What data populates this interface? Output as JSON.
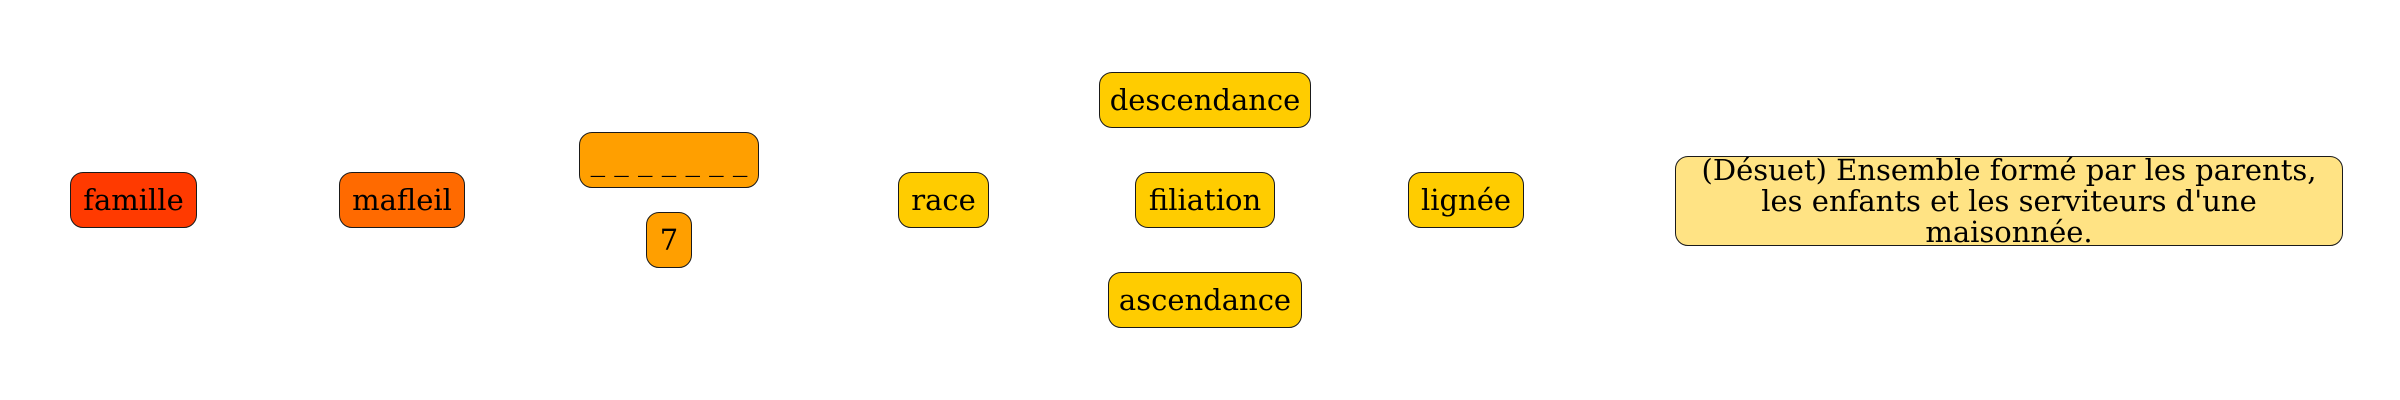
{
  "nodes": {
    "famille": {
      "label": "famille",
      "color": "#ff3a00"
    },
    "mafleil": {
      "label": "mafleil",
      "color": "#ff6a00"
    },
    "blanks": {
      "label": "_ _ _ _ _ _ _",
      "color": "#ff9f00"
    },
    "seven": {
      "label": "7",
      "color": "#ff9f00"
    },
    "race": {
      "label": "race",
      "color": "#ffcc00"
    },
    "descendance": {
      "label": "descendance",
      "color": "#ffcc00"
    },
    "filiation": {
      "label": "filiation",
      "color": "#ffcc00"
    },
    "ascendance": {
      "label": "ascendance",
      "color": "#ffcc00"
    },
    "lignee": {
      "label": "lignée",
      "color": "#ffcc00"
    },
    "definition": {
      "label": "(Désuet) Ensemble formé par les parents, les enfants et les serviteurs d'une maisonnée.",
      "color": "#ffe384"
    }
  }
}
